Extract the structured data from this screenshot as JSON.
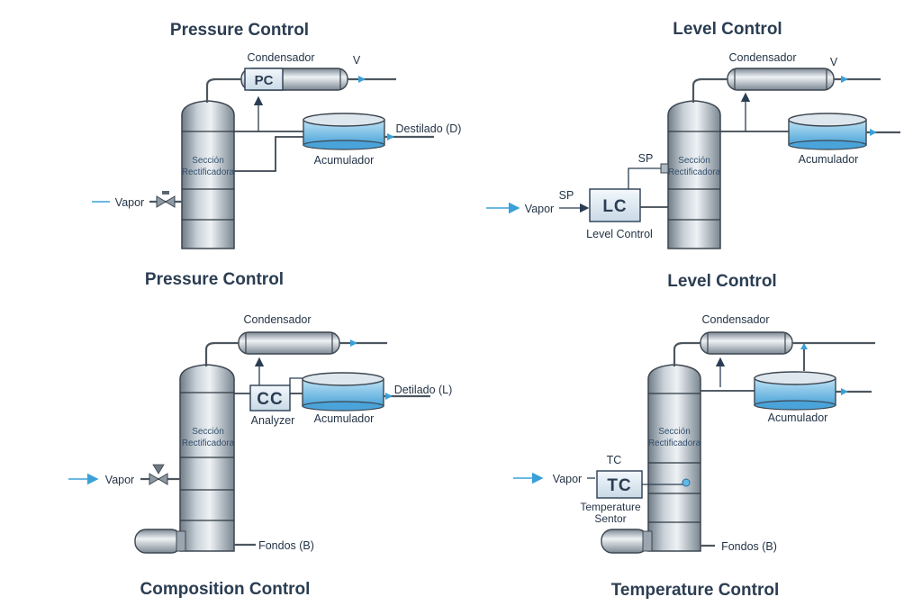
{
  "panels": [
    {
      "id": "pressure",
      "heading": "Pressure Control",
      "caption": "Pressure Control",
      "condenser": "Condensador",
      "vapor_out": "V",
      "controller": "PC",
      "section": [
        "Sección",
        "Rectificadora"
      ],
      "accumulator": "Acumulador",
      "distillate": "Destilado (D)",
      "feed": "Vapor"
    },
    {
      "id": "level",
      "heading": "Level Control",
      "caption": "Level Control",
      "condenser": "Condensador",
      "vapor_out": "V",
      "controller": "LC",
      "controller_label": "Level Control",
      "setpoint_top": "SP",
      "setpoint_left": "SP",
      "section": [
        "Sección",
        "Rectificadora"
      ],
      "accumulator": "Acumulador",
      "feed": "Vapor"
    },
    {
      "id": "composition",
      "caption": "Composition Control",
      "condenser": "Condensador",
      "controller": "CC",
      "controller_label": "Analyzer",
      "section": [
        "Sección",
        "Rectificadora"
      ],
      "accumulator": "Acumulador",
      "distillate": "Detilado (L)",
      "feed": "Vapor",
      "bottoms": "Fondos (B)"
    },
    {
      "id": "temperature",
      "caption": "Temperature Control",
      "condenser": "Condensador",
      "controller": "TC",
      "controller_tag": "TC",
      "sensor_label": [
        "Temperature",
        "Sentor"
      ],
      "section": [
        "Sección",
        "Rectificadora"
      ],
      "accumulator": "Acumulador",
      "feed": "Vapor",
      "bottoms": "Fondos (B)"
    }
  ]
}
